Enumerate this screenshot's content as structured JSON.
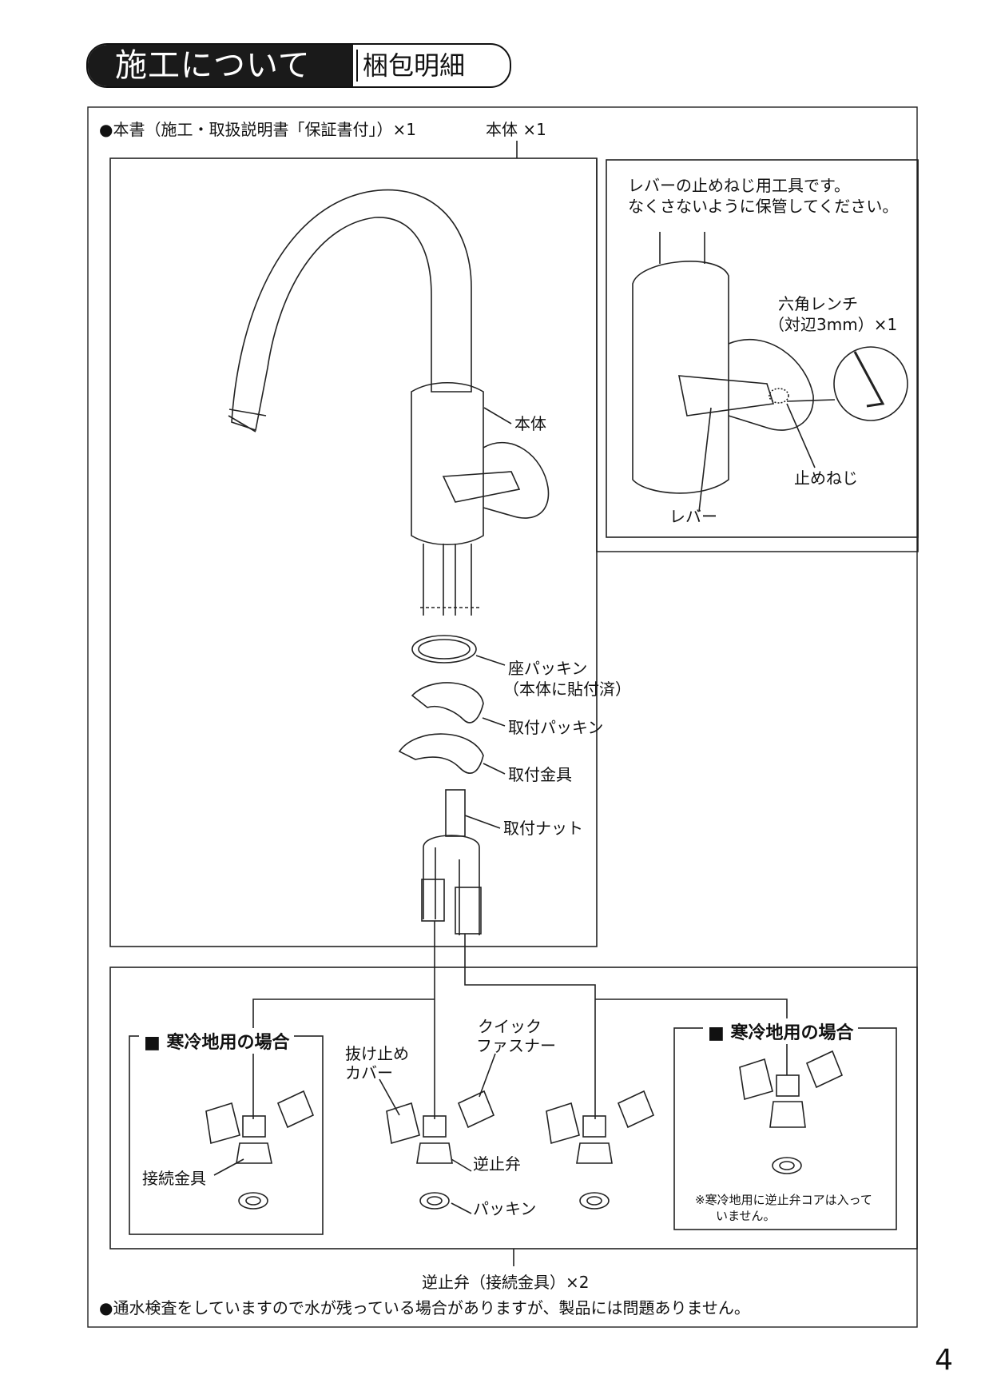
{
  "header": {
    "title": "施工について",
    "subtitle": "梱包明細"
  },
  "top_note": "●本書（施工・取扱説明書「保証書付」）×1",
  "body_count": "本体 ×1",
  "inset": {
    "note_line1": "レバーの止めねじ用工具です。",
    "note_line2": "なくさないように保管してください。",
    "wrench_line1": "六角レンチ",
    "wrench_line2": "（対辺3mm）×1",
    "set_screw": "止めねじ",
    "lever": "レバー"
  },
  "parts": {
    "body": "本体",
    "seat_packing_line1": "座パッキン",
    "seat_packing_line2": "（本体に貼付済）",
    "mount_packing": "取付パッキン",
    "mount_bracket": "取付金具",
    "mount_nut": "取付ナット"
  },
  "valves": {
    "cold_region_left": "■ 寒冷地用の場合",
    "cold_region_right": "■ 寒冷地用の場合",
    "pullout_cover_line1": "抜け止め",
    "pullout_cover_line2": "カバー",
    "quick_fastener_line1": "クイック",
    "quick_fastener_line2": "ファスナー",
    "connector": "接続金具",
    "check_valve": "逆止弁",
    "packing": "パッキン",
    "cold_note_line1": "※寒冷地用に逆止弁コアは入って",
    "cold_note_line2": "いません。"
  },
  "valve_count": "逆止弁（接続金具）×2",
  "bottom_note": "●通水検査をしていますので水が残っている場合がありますが、製品には問題ありません。",
  "page_number": "4"
}
